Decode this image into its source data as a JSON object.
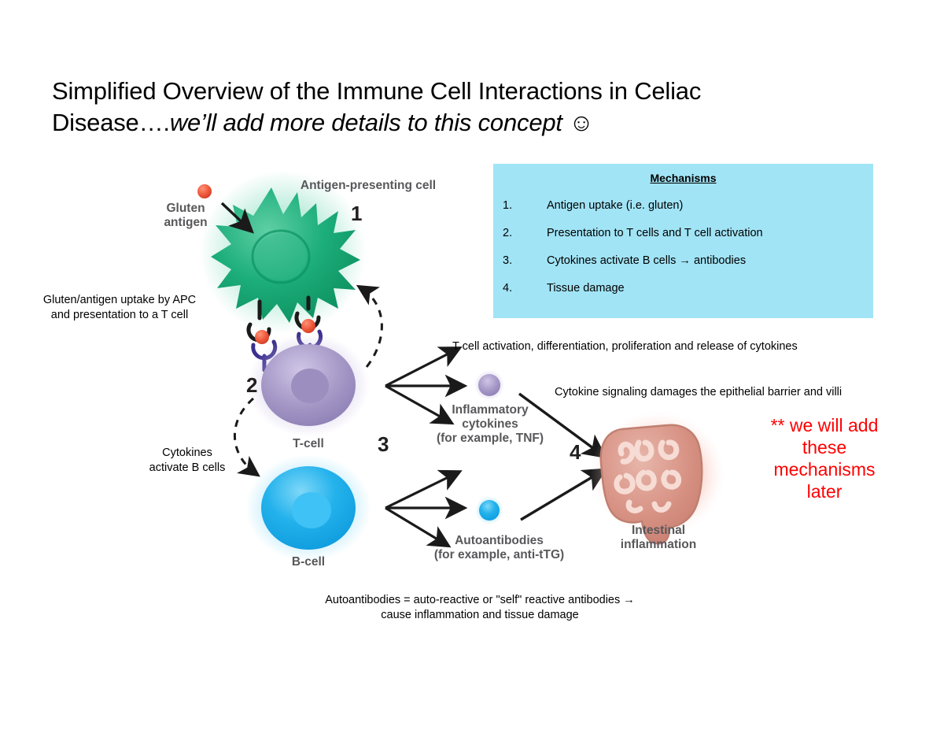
{
  "slide": {
    "title_line1": "Simplified Overview of the Immune Cell Interactions in Celiac",
    "title_line2_plain": "Disease….",
    "title_line2_italic": "we’ll add more details to this concept ",
    "title_smiley": "☺",
    "background_color": "#ffffff"
  },
  "mechanisms": {
    "heading": "Mechanisms",
    "panel_color": "#A1E4F6",
    "items": [
      {
        "num": "1.",
        "text": "Antigen uptake (i.e. gluten)"
      },
      {
        "num": "2.",
        "text": "Presentation to T cells and T cell activation"
      },
      {
        "num": "3.",
        "text": "Cytokines activate B cells → antibodies"
      },
      {
        "num": "4.",
        "text": "Tissue damage"
      }
    ]
  },
  "figure": {
    "gluten_label": "Gluten\nantigen",
    "apc_label": "Antigen-presenting cell",
    "tcell_label": "T-cell",
    "bcell_label": "B-cell",
    "cytokines_label": "Inflammatory\ncytokines\n(for example, TNF)",
    "autoantibodies_label": "Autoantibodies\n(for example, anti-tTG)",
    "intestine_label": "Intestinal\ninflammation",
    "step1": "1",
    "step2": "2",
    "step3": "3",
    "step4": "4",
    "colors": {
      "apc_green": "#17A873",
      "tcell_purple": "#A89AC9",
      "bcell_blue": "#23B0EA",
      "antigen_orange": "#F0593C",
      "intestine_pink": "#D99385",
      "mhc_black": "#1A1A1A",
      "tcr_blue": "#3B2F8F"
    }
  },
  "annotations": {
    "left_top": "Gluten/antigen uptake by APC\nand presentation to a T cell",
    "left_mid": "Cytokines\nactivate B cells",
    "right_top": "T cell activation, differentiation, proliferation and release of cytokines",
    "right_mid": "Cytokine signaling damages the epithelial barrier and villi",
    "red_note": "** we will add\nthese\nmechanisms\nlater",
    "bottom": "Autoantibodies = auto-reactive or \"self\" reactive antibodies →\ncause inflammation and tissue damage"
  }
}
